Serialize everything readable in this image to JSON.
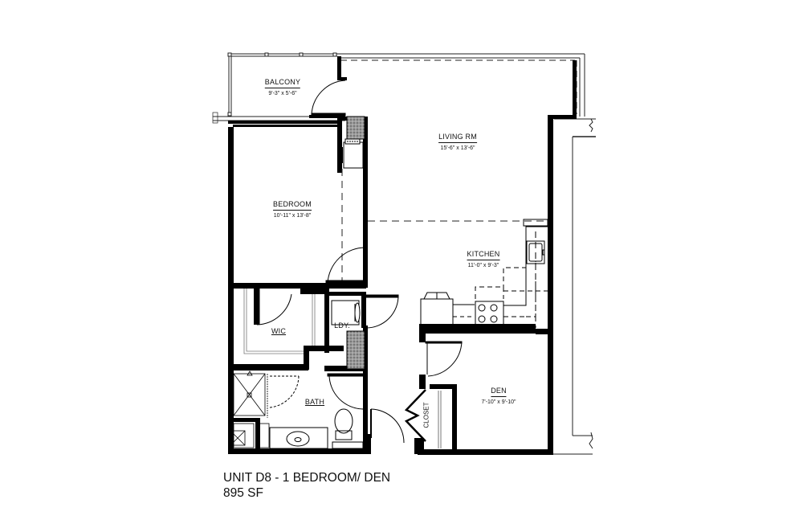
{
  "plan": {
    "unit_title": "UNIT D8 - 1 BEDROOM/ DEN",
    "area": "895 SF",
    "colors": {
      "wall": "#000000",
      "background": "#ffffff",
      "hatch": "#7a7a7a",
      "line": "#222222"
    }
  },
  "rooms": {
    "balcony": {
      "name": "BALCONY",
      "dims": "9'-3\" x 5'-6\""
    },
    "living": {
      "name": "LIVING RM",
      "dims": "15'-6\" x 13'-6\""
    },
    "bedroom": {
      "name": "BEDROOM",
      "dims": "10'-11\" x 13'-8\""
    },
    "kitchen": {
      "name": "KITCHEN",
      "dims": "11'-0\" x 9'-3\""
    },
    "den": {
      "name": "DEN",
      "dims": "7'-10\" x 9'-10\""
    },
    "wic": {
      "name": "WIC"
    },
    "laundry": {
      "name": "LDY."
    },
    "bath": {
      "name": "BATH"
    },
    "closet": {
      "name": "CLOSET"
    }
  }
}
